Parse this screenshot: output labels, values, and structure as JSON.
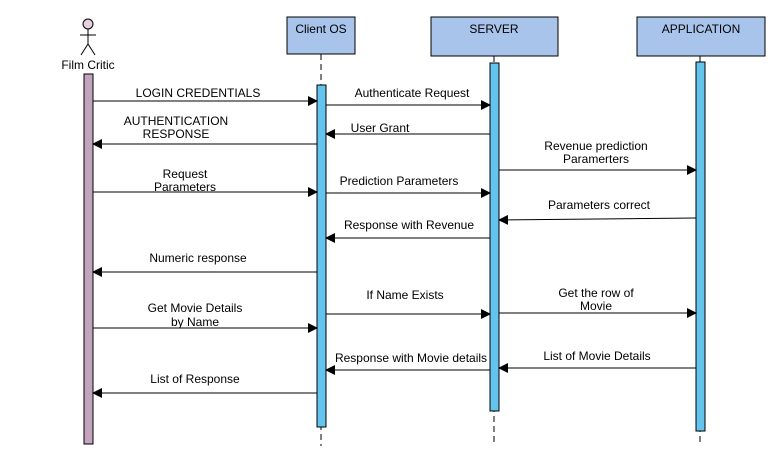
{
  "actor": {
    "label": "Film Critic",
    "color": "#E6D0DE"
  },
  "participants": [
    {
      "id": "client",
      "label": "Client OS",
      "color": "#A9C4EB"
    },
    {
      "id": "server",
      "label": "SERVER",
      "color": "#A9C4EB"
    },
    {
      "id": "application",
      "label": "APPLICATION",
      "color": "#A9C4EB"
    }
  ],
  "activation_color": "#63C5EE",
  "actor_activation_color": "#C3A3BD",
  "messages": [
    {
      "from": "actor",
      "to": "client",
      "lines": [
        "LOGIN CREDENTIALS"
      ]
    },
    {
      "from": "client",
      "to": "server",
      "lines": [
        "Authenticate Request"
      ]
    },
    {
      "from": "server",
      "to": "client",
      "lines": [
        "User Grant"
      ]
    },
    {
      "from": "client",
      "to": "actor",
      "lines": [
        "AUTHENTICATION",
        "RESPONSE"
      ]
    },
    {
      "from": "server",
      "to": "application",
      "lines": [
        "Revenue prediction",
        "Paramerters"
      ]
    },
    {
      "from": "actor",
      "to": "client",
      "lines": [
        "Request",
        "Parameters"
      ]
    },
    {
      "from": "client",
      "to": "server",
      "lines": [
        "Prediction Parameters"
      ]
    },
    {
      "from": "application",
      "to": "server",
      "lines": [
        "Parameters correct"
      ]
    },
    {
      "from": "server",
      "to": "client",
      "lines": [
        "Response with Revenue"
      ]
    },
    {
      "from": "client",
      "to": "actor",
      "lines": [
        "Numeric response"
      ]
    },
    {
      "from": "client",
      "to": "server",
      "lines": [
        "If Name Exists"
      ]
    },
    {
      "from": "server",
      "to": "application",
      "lines": [
        "Get the row of",
        "Movie"
      ]
    },
    {
      "from": "actor",
      "to": "client",
      "lines": [
        "Get Movie Details",
        "by Name"
      ]
    },
    {
      "from": "application",
      "to": "server",
      "lines": [
        "List of Movie Details"
      ]
    },
    {
      "from": "server",
      "to": "client",
      "lines": [
        "Response with Movie details"
      ]
    },
    {
      "from": "client",
      "to": "actor",
      "lines": [
        "List of Response"
      ]
    }
  ]
}
